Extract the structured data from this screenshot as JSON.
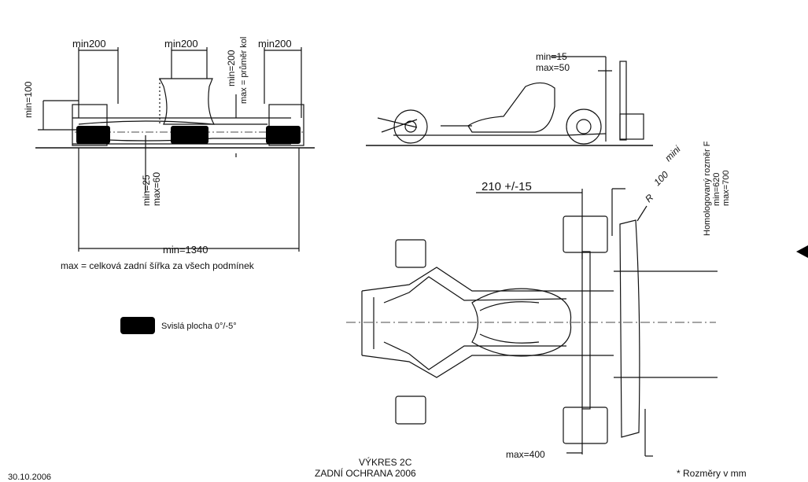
{
  "colors": {
    "ink": "#111111",
    "fill": "#000000",
    "bg": "#ffffff"
  },
  "labels": {
    "min200_left": "min200",
    "min200_center": "min200",
    "min200_right": "min200",
    "min200_vertical": "min=200",
    "max_wheel": "max = průměr kol",
    "min100": "min=100",
    "min25": "min=25",
    "max60": "max=60",
    "min1340": "min=1340",
    "max_total_width": "max = celková zadní šířka za všech podmínek",
    "legend_text": "Svislá plocha 0°/-5°",
    "side_min15": "min=15",
    "side_max50": "max=50",
    "offset_210": "210 +/-15",
    "radius_r": "R",
    "radius_100": "100",
    "radius_mini": "mini",
    "homolog_title": "Homologovaný rozměr F",
    "homolog_min": "min=620",
    "homolog_max": "max=700",
    "max400": "max=400",
    "drawing_title": "VÝKRES 2C",
    "drawing_subtitle": "ZADNÍ OCHRANA 2006",
    "units_note": "* Rozměry v mm",
    "date": "30.10.2006"
  }
}
